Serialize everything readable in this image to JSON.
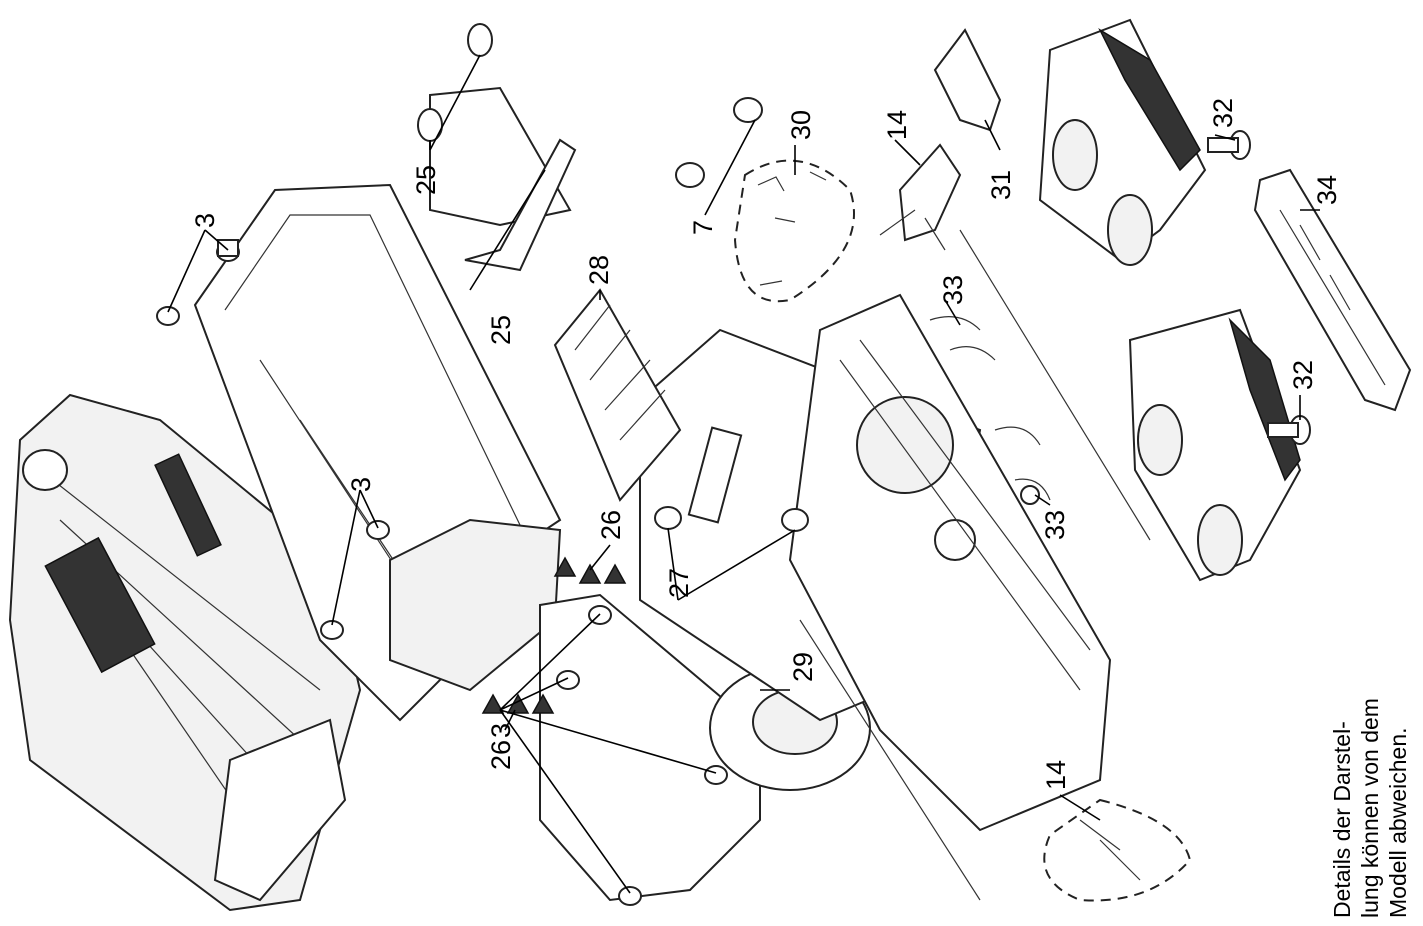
{
  "callouts": {
    "c3a": "3",
    "c3b": "3",
    "c3c": "3",
    "c7": "7",
    "c14a": "14",
    "c14b": "14",
    "c25a": "25",
    "c25b": "25",
    "c26a": "26",
    "c26b": "26",
    "c27": "27",
    "c28": "28",
    "c29": "29",
    "c30": "30",
    "c31": "31",
    "c32a": "32",
    "c32b": "32",
    "c33a": "33",
    "c33b": "33",
    "c34": "34"
  },
  "note": {
    "line1": "Details der Darstel-",
    "line2": "lung können von dem",
    "line3": "Modell abweichen."
  }
}
